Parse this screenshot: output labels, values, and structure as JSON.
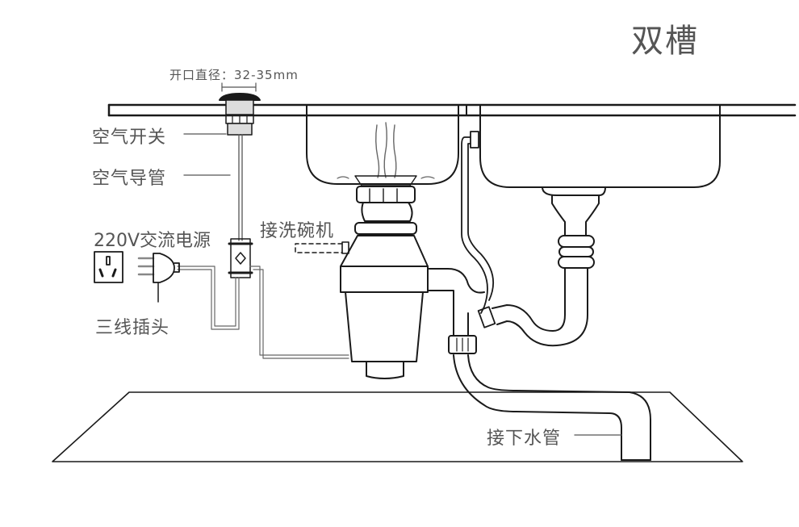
{
  "title": "双槽",
  "labels": {
    "opening_diameter": "开口直径：32-35mm",
    "air_switch": "空气开关",
    "air_tube": "空气导管",
    "power_source": "220V交流电源",
    "three_pin_plug": "三线插头",
    "dishwasher_connection": "接洗碗机",
    "drain_pipe_connection": "接下水管"
  },
  "colors": {
    "line": "#1a1a1a",
    "text": "#555555",
    "fill_gray": "#cccccc"
  }
}
